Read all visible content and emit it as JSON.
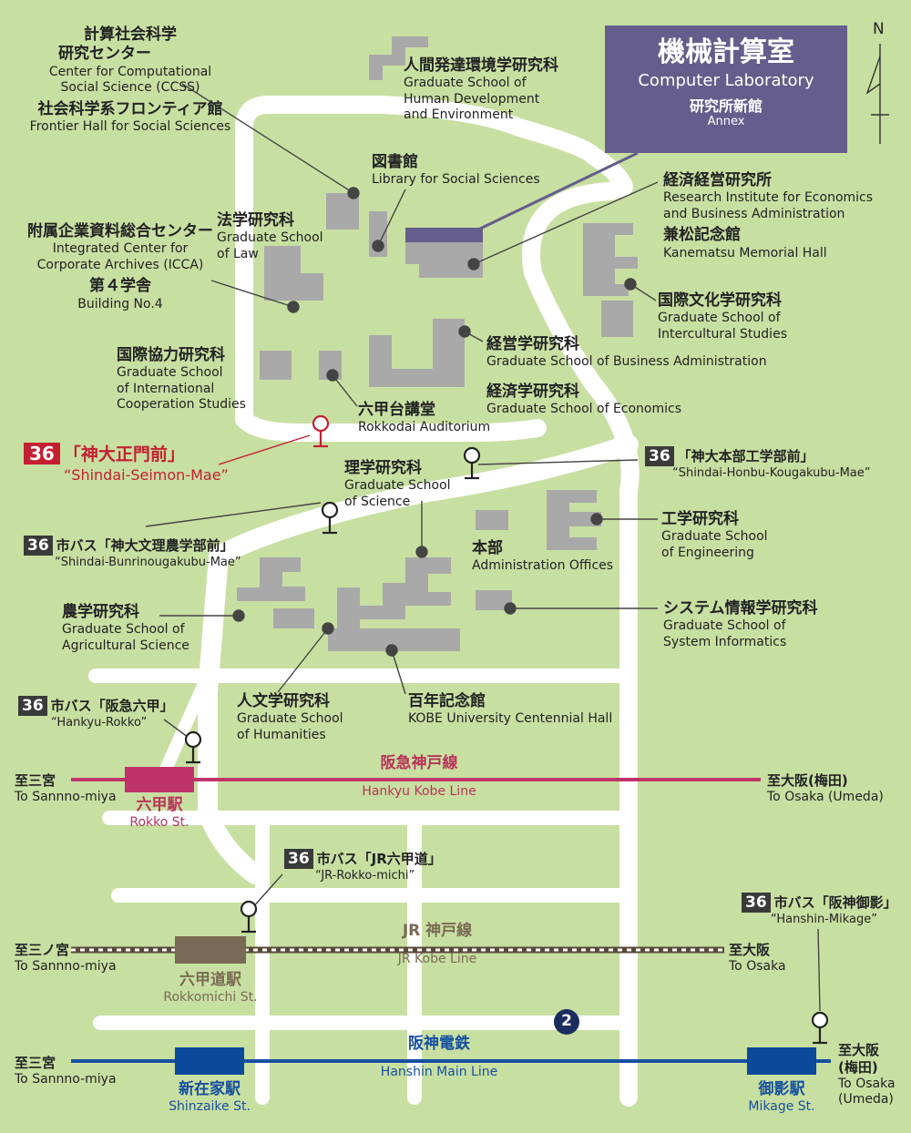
{
  "north": "N",
  "lab": {
    "ja": "機械計算室",
    "en": "Computer Laboratory",
    "annex_ja": "研究所新館",
    "annex_en": "Annex"
  },
  "buildings": {
    "ccss": {
      "ja1": "計算社会科学",
      "ja2": "研究センター",
      "en1": "Center for Computational",
      "en2": "Social Science (CCSS)",
      "ja3": "社会科学系フロンティア館",
      "en3": "Frontier Hall for Social Sciences"
    },
    "human": {
      "ja": "人間発達環境学研究科",
      "en1": "Graduate School of",
      "en2": "Human Development",
      "en3": "and Environment"
    },
    "library": {
      "ja": "図書館",
      "en": "Library for Social Sciences"
    },
    "law": {
      "ja": "法学研究科",
      "en1": "Graduate School",
      "en2": "of Law"
    },
    "icca": {
      "ja1": "附属企業資料総合センター",
      "en1": "Integrated Center for",
      "en2": "Corporate Archives (ICCA)",
      "ja2": "第４学舎",
      "en3": "Building No.4"
    },
    "rieb": {
      "ja": "経済経営研究所",
      "en1": "Research Institute for Economics",
      "en2": "and Business Administration",
      "ja2": "兼松記念館",
      "en3": "Kanematsu Memorial Hall"
    },
    "intercult": {
      "ja": "国際文化学研究科",
      "en1": "Graduate School of",
      "en2": "Intercultural Studies"
    },
    "gsics": {
      "ja": "国際協力研究科",
      "en1": "Graduate School",
      "en2": "of International",
      "en3": "Cooperation Studies"
    },
    "business": {
      "ja": "経営学研究科",
      "en": "Graduate School of Business Administration"
    },
    "economics": {
      "ja": "経済学研究科",
      "en": "Graduate School of Economics"
    },
    "auditorium": {
      "ja": "六甲台講堂",
      "en": "Rokkodai Auditorium"
    },
    "science": {
      "ja": "理学研究科",
      "en1": "Graduate School",
      "en2": "of Science"
    },
    "engineering": {
      "ja": "工学研究科",
      "en1": "Graduate School",
      "en2": "of Engineering"
    },
    "admin": {
      "ja": "本部",
      "en": "Administration Offices"
    },
    "agri": {
      "ja": "農学研究科",
      "en1": "Graduate School of",
      "en2": "Agricultural Science"
    },
    "sysinfo": {
      "ja": "システム情報学研究科",
      "en1": "Graduate School of",
      "en2": "System Informatics"
    },
    "humanities": {
      "ja": "人文学研究科",
      "en1": "Graduate School",
      "en2": "of Humanities"
    },
    "centennial": {
      "ja": "百年記念館",
      "en": "KOBE University Centennial Hall"
    }
  },
  "bus_stops": {
    "seimon": {
      "num": "36",
      "ja": "「神大正門前」",
      "en": "“Shindai-Seimon-Mae”"
    },
    "honbu": {
      "num": "36",
      "ja": "「神大本部工学部前」",
      "en": "“Shindai-Honbu-Kougakubu-Mae”"
    },
    "bunri": {
      "num": "36",
      "ja": "市バス「神大文理農学部前」",
      "en": "“Shindai-Bunrinougakubu-Mae”"
    },
    "hankyu": {
      "num": "36",
      "ja": "市バス「阪急六甲」",
      "en": "“Hankyu-Rokko”"
    },
    "jr": {
      "num": "36",
      "ja": "市バス「JR六甲道」",
      "en": "“JR-Rokko-michi”"
    },
    "hanshin": {
      "num": "36",
      "ja": "市バス「阪神御影」",
      "en": "“Hanshin-Mikage”"
    }
  },
  "lines": {
    "hankyu": {
      "ja": "阪急神戸線",
      "en": "Hankyu Kobe Line",
      "west_ja": "至三宮",
      "west_en": "To Sannno-miya",
      "east_ja": "至大阪(梅田)",
      "east_en": "To Osaka (Umeda)",
      "station_ja": "六甲駅",
      "station_en": "Rokko St.",
      "color": "#c0336a"
    },
    "jr": {
      "ja": "JR 神戸線",
      "en": "JR Kobe Line",
      "west_ja": "至三ノ宮",
      "west_en": "To Sannno-miya",
      "east_ja": "至大阪",
      "east_en": "To Osaka",
      "station_ja": "六甲道駅",
      "station_en": "Rokkomichi St.",
      "color": "#7a6a55"
    },
    "hanshin": {
      "ja": "阪神電鉄",
      "en": "Hanshin Main Line",
      "west_ja": "至三宮",
      "west_en": "To Sannno-miya",
      "east_ja1": "至大阪",
      "east_ja2": "(梅田)",
      "east_en1": "To Osaka",
      "east_en2": "(Umeda)",
      "station1_ja": "新在家駅",
      "station1_en": "Shinzaike St.",
      "station2_ja": "御影駅",
      "station2_en": "Mikage St.",
      "color": "#1650a0"
    }
  },
  "route_marker": "2",
  "colors": {
    "background": "#c8dfa2",
    "road": "#ffffff",
    "building": "#a9a9a9",
    "lab_box": "#655d8c",
    "highlight": "#c41f31"
  }
}
